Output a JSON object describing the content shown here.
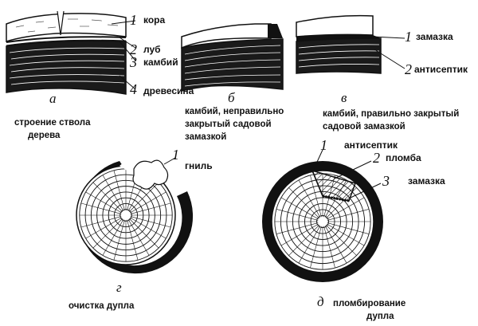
{
  "panel_a": {
    "letter": "а",
    "caption_line1": "строение ствола",
    "caption_line2": "дерева",
    "labels": [
      {
        "num": "1",
        "text": "кора"
      },
      {
        "num": "2",
        "text": "луб"
      },
      {
        "num": "3",
        "text": "камбий"
      },
      {
        "num": "4",
        "text": "древесина"
      }
    ]
  },
  "panel_b": {
    "letter": "б",
    "caption_line1": "камбий, неправильно",
    "caption_line2": "закрытый садовой",
    "caption_line3": "замазкой"
  },
  "panel_v": {
    "letter": "в",
    "caption_line1": "камбий, правильно закрытый",
    "caption_line2": "садовой замазкой",
    "labels": [
      {
        "num": "1",
        "text": "замазка"
      },
      {
        "num": "2",
        "text": "антисептик"
      }
    ]
  },
  "panel_g": {
    "letter": "г",
    "caption": "очистка дупла",
    "labels": [
      {
        "num": "1",
        "text": "гниль"
      }
    ]
  },
  "panel_d": {
    "letter": "д",
    "caption_line1": "пломбирование",
    "caption_line2": "дупла",
    "labels": [
      {
        "num": "1",
        "text": "антисептик"
      },
      {
        "num": "2",
        "text": "пломба"
      },
      {
        "num": "3",
        "text": "замазка"
      }
    ]
  }
}
